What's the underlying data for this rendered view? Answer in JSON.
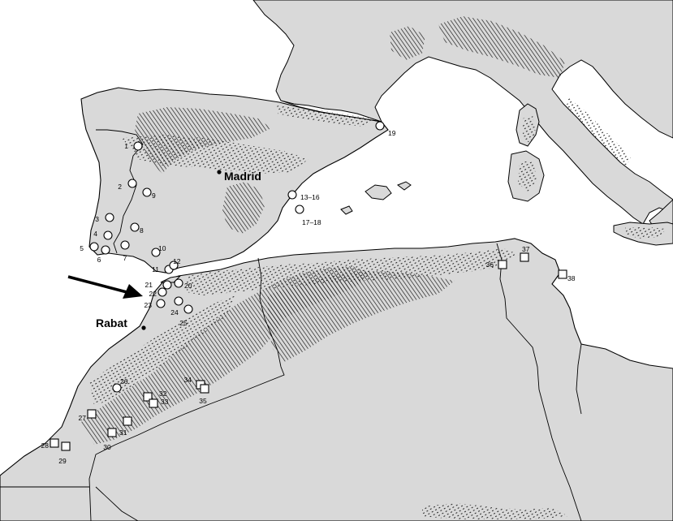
{
  "map": {
    "colors": {
      "land": "#d9d9d9",
      "sea": "#ffffff",
      "coast": "#000000",
      "hatch": "#111111",
      "marker_fill": "#ffffff",
      "marker_stroke": "#000000"
    },
    "cities": [
      {
        "name": "Madrid",
        "bold": true
      },
      {
        "name": "Rabat",
        "bold": true
      }
    ],
    "arrow": {
      "semantic": "arrow-pointing-to-strait-of-gibraltar"
    },
    "site_markers": [
      {
        "label": "1",
        "shape": "circle"
      },
      {
        "label": "2",
        "shape": "circle"
      },
      {
        "label": "3",
        "shape": "circle"
      },
      {
        "label": "4",
        "shape": "circle"
      },
      {
        "label": "5",
        "shape": "circle"
      },
      {
        "label": "6",
        "shape": "circle"
      },
      {
        "label": "7",
        "shape": "circle"
      },
      {
        "label": "8",
        "shape": "circle"
      },
      {
        "label": "9",
        "shape": "circle"
      },
      {
        "label": "10",
        "shape": "circle"
      },
      {
        "label": "11",
        "shape": "circle"
      },
      {
        "label": "12",
        "shape": "circle"
      },
      {
        "label": "13–16",
        "shape": "circle"
      },
      {
        "label": "17–18",
        "shape": "circle"
      },
      {
        "label": "19",
        "shape": "circle"
      },
      {
        "label": "20",
        "shape": "circle"
      },
      {
        "label": "21",
        "shape": "circle"
      },
      {
        "label": "22",
        "shape": "circle"
      },
      {
        "label": "23",
        "shape": "circle"
      },
      {
        "label": "24",
        "shape": "circle"
      },
      {
        "label": "25",
        "shape": "circle"
      },
      {
        "label": "26",
        "shape": "circle"
      },
      {
        "label": "27",
        "shape": "square"
      },
      {
        "label": "28",
        "shape": "square"
      },
      {
        "label": "29",
        "shape": "square"
      },
      {
        "label": "30",
        "shape": "square"
      },
      {
        "label": "31",
        "shape": "square"
      },
      {
        "label": "32",
        "shape": "square"
      },
      {
        "label": "33",
        "shape": "square"
      },
      {
        "label": "34",
        "shape": "square"
      },
      {
        "label": "35",
        "shape": "square"
      },
      {
        "label": "36",
        "shape": "square"
      },
      {
        "label": "37",
        "shape": "square"
      },
      {
        "label": "38",
        "shape": "square"
      }
    ]
  }
}
